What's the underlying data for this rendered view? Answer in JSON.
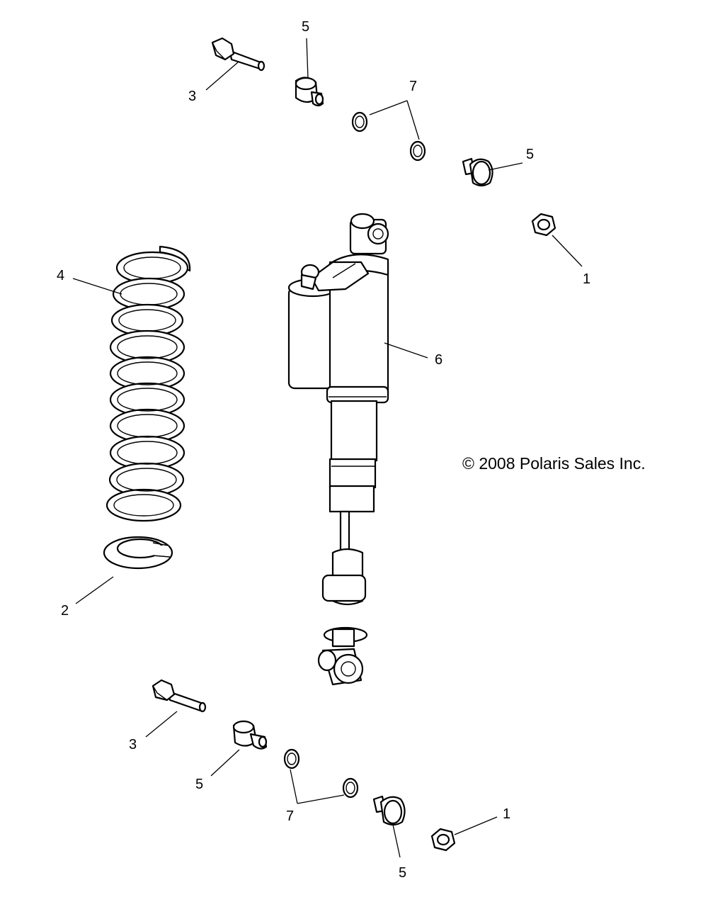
{
  "copyright": "© 2008 Polaris Sales Inc.",
  "callouts": {
    "c1_top": "1",
    "c1_bottom": "1",
    "c2": "2",
    "c3_top": "3",
    "c3_bottom": "3",
    "c4": "4",
    "c5_top_a": "5",
    "c5_top_b": "5",
    "c5_bottom_a": "5",
    "c5_bottom_b": "5",
    "c6": "6",
    "c7_top": "7",
    "c7_bottom": "7"
  }
}
